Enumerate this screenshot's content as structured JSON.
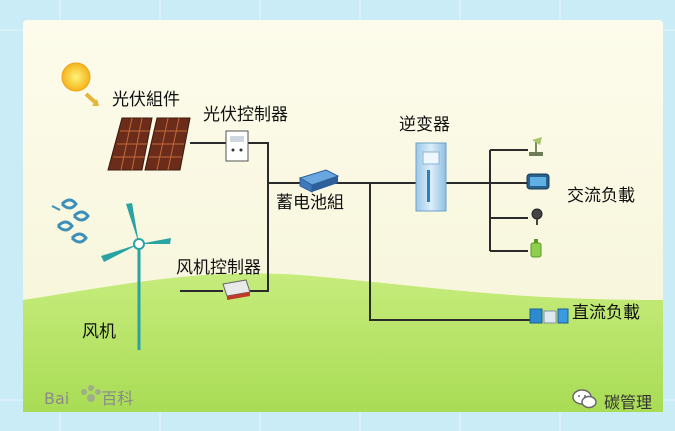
{
  "labels": {
    "pv_module": "光伏組件",
    "pv_controller": "光伏控制器",
    "battery": "蓄电池組",
    "inverter": "逆变器",
    "ac_load": "交流负載",
    "wind_controller": "风机控制器",
    "wind_turbine": "风机",
    "dc_load": "直流负載"
  },
  "watermark": {
    "baidu": "Bai",
    "baidu_tail": "百科",
    "brand": "碳管理"
  },
  "colors": {
    "frame": "#bfe6f4",
    "sky": "#fbf9e4",
    "grass": "#b7e36a",
    "wire": "#2b2b2b",
    "inverter": "#b9d8ee"
  }
}
